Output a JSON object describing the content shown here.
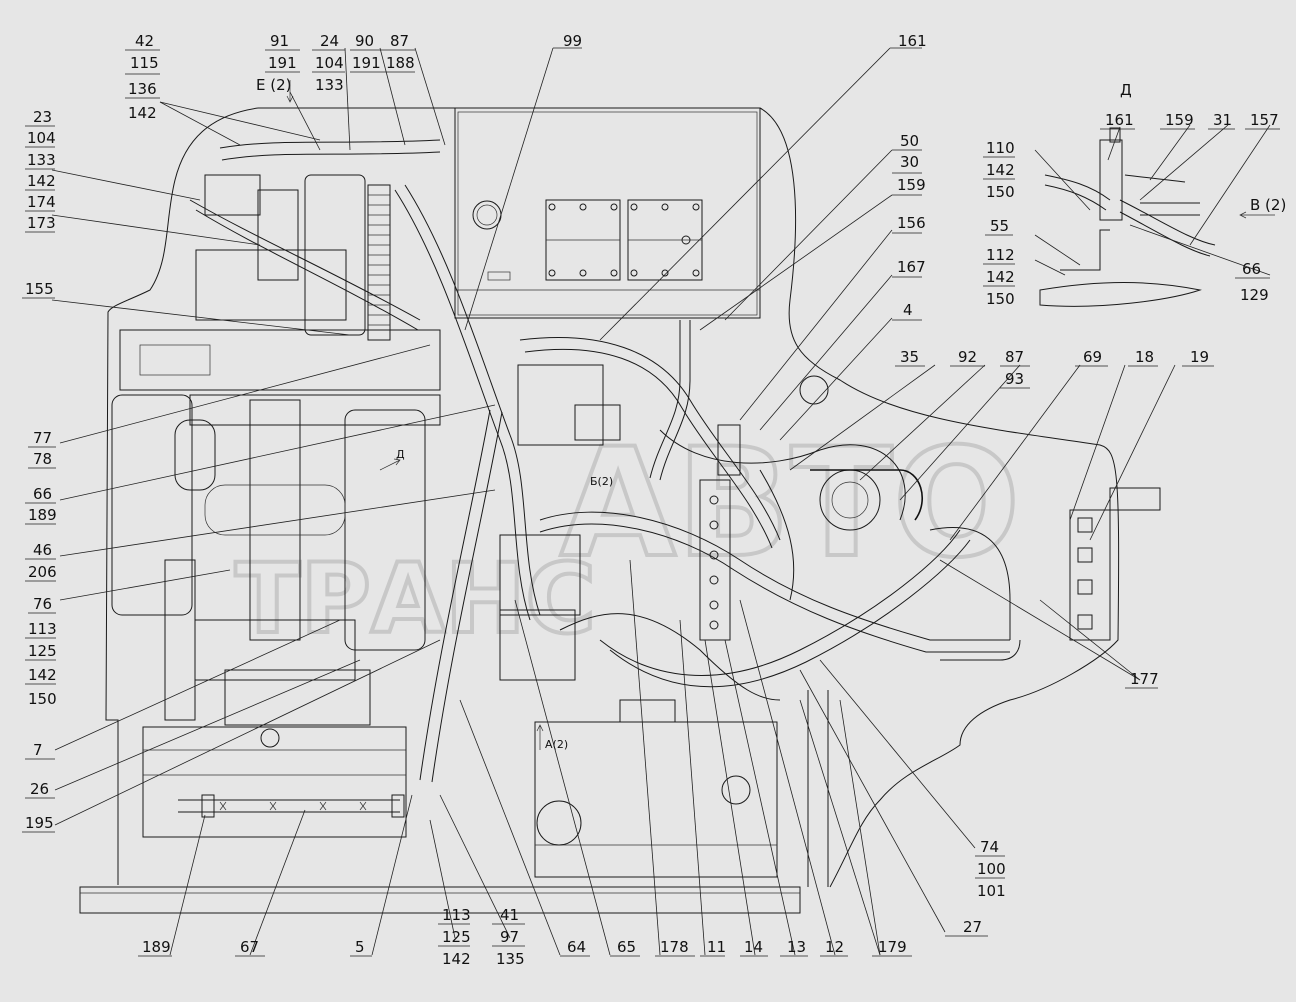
{
  "labels": {
    "l42": "42",
    "l115": "115",
    "l136": "136",
    "l142a": "142",
    "l91": "91",
    "l191a": "191",
    "lE": "Е (2)",
    "l24": "24",
    "l104a": "104",
    "l133a": "133",
    "l90": "90",
    "l191b": "191",
    "l87a": "87",
    "l188": "188",
    "l99": "99",
    "l161a": "161",
    "l23": "23",
    "l104b": "104",
    "l133b": "133",
    "l142b": "142",
    "l174": "174",
    "l173": "173",
    "l155": "155",
    "l50": "50",
    "l30": "30",
    "l159a": "159",
    "l156": "156",
    "l167": "167",
    "l4": "4",
    "l35": "35",
    "l92": "92",
    "l87b": "87",
    "l93": "93",
    "l69": "69",
    "l18": "18",
    "l19": "19",
    "l77": "77",
    "l78": "78",
    "l66a": "66",
    "l189a": "189",
    "l46": "46",
    "l206": "206",
    "l76": "76",
    "l113a": "113",
    "l125a": "125",
    "l142c": "142",
    "l150a": "150",
    "l7": "7",
    "l26": "26",
    "l195": "195",
    "l177": "177",
    "l74": "74",
    "l100": "100",
    "l101": "101",
    "l27": "27",
    "l189b": "189",
    "l67": "67",
    "l5": "5",
    "l113b": "113",
    "l125b": "125",
    "l142d": "142",
    "l41": "41",
    "l97": "97",
    "l135": "135",
    "l64": "64",
    "l65": "65",
    "l178": "178",
    "l11": "11",
    "l14": "14",
    "l13": "13",
    "l12": "12",
    "l179": "179",
    "lD": "Д",
    "l161b": "161",
    "l159b": "159",
    "l31": "31",
    "l157": "157",
    "l110": "110",
    "l142e": "142",
    "l150b": "150",
    "l55": "55",
    "l112": "112",
    "l142f": "142",
    "l150c": "150",
    "lB2": "В (2)",
    "l66b": "66",
    "l129": "129",
    "vD": "Д",
    "vB2": "Б(2)",
    "vA2": "А(2)"
  },
  "watermark": [
    "АВТО",
    "ТРАНС"
  ],
  "colors": {
    "background": "#e6e6e6",
    "ink": "#1a1a1a",
    "watermark": "#c8c8c8"
  }
}
